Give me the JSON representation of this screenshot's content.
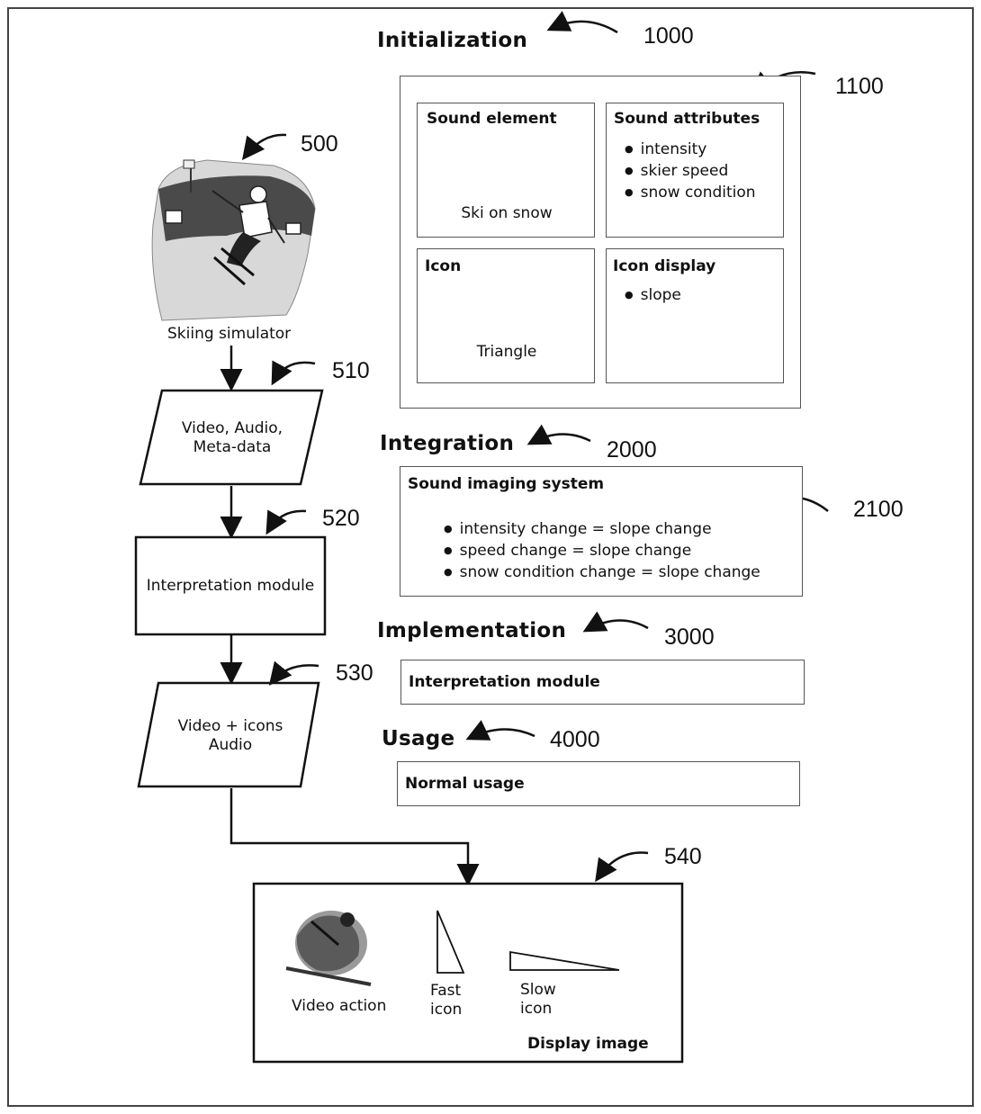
{
  "init": {
    "heading": "Initialization",
    "ref": "1000",
    "panel_ref": "1100",
    "sound_element": {
      "title": "Sound element",
      "caption": "Ski on snow"
    },
    "sound_attributes": {
      "title": "Sound attributes",
      "items": [
        "intensity",
        "skier speed",
        "snow condition"
      ]
    },
    "icon": {
      "title": "Icon",
      "caption": "Triangle"
    },
    "icon_display": {
      "title": "Icon display",
      "items": [
        "slope"
      ]
    }
  },
  "integration": {
    "heading": "Integration",
    "ref": "2000",
    "box_ref": "2100",
    "title": "Sound imaging system",
    "items": [
      "intensity change = slope change",
      "speed change = slope change",
      "snow condition change = slope change"
    ]
  },
  "implementation": {
    "heading": "Implementation",
    "ref": "3000",
    "box_text": "Interpretation module"
  },
  "usage": {
    "heading": "Usage",
    "ref": "4000",
    "box_text": "Normal usage"
  },
  "flow": {
    "simulator": {
      "ref": "500",
      "label": "Skiing simulator"
    },
    "data": {
      "ref": "510",
      "line1": "Video, Audio,",
      "line2": "Meta-data"
    },
    "interp": {
      "ref": "520",
      "label": "Interpretation module"
    },
    "output": {
      "ref": "530",
      "line1": "Video + icons",
      "line2": "Audio"
    },
    "display": {
      "ref": "540",
      "video_label": "Video action",
      "fast_line1": "Fast",
      "fast_line2": "icon",
      "slow_line1": "Slow",
      "slow_line2": "icon",
      "title": "Display image"
    }
  }
}
